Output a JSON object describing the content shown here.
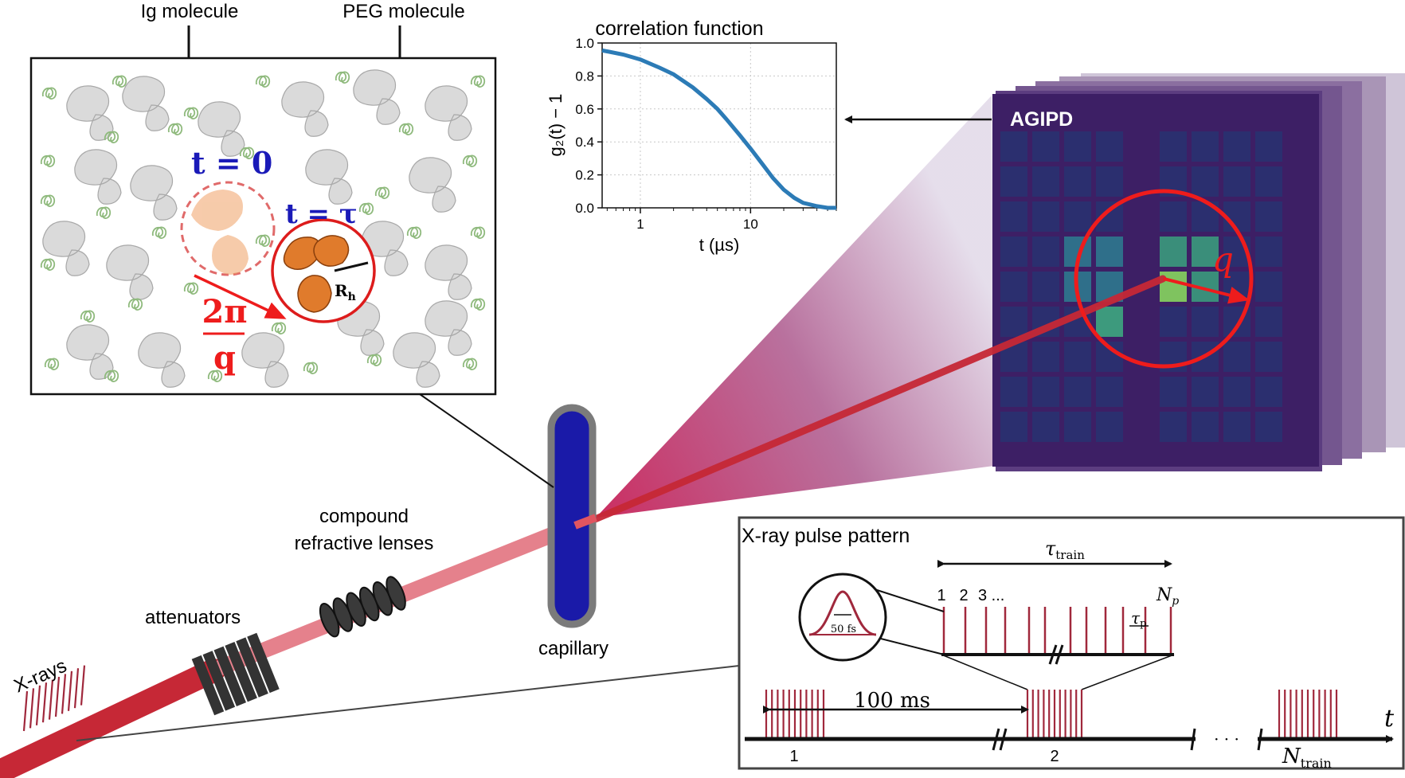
{
  "labels": {
    "ig_molecule": "Ig molecule",
    "peg_molecule": "PEG molecule",
    "t0": "t = 0",
    "t_tau": "t = τ",
    "rh": "R",
    "rh_sub": "h",
    "two_pi": "2π",
    "q_den": "q",
    "detector": "AGIPD",
    "q_detector": "q",
    "compound_lenses_1": "compound",
    "compound_lenses_2": "refractive lenses",
    "attenuators": "attenuators",
    "xrays": "X-rays",
    "capillary": "capillary"
  },
  "pulse_panel": {
    "title": "X-ray pulse pattern",
    "tau_train": "τ",
    "tau_train_sub": "train",
    "pulse_numbers": [
      "1",
      "2",
      "3 ..."
    ],
    "np": "N",
    "np_sub": "p",
    "tau_p": "τ",
    "tau_p_sub": "p",
    "pulse_width": "50 fs",
    "interval": "100 ms",
    "train_labels": [
      "1",
      "2"
    ],
    "ellipsis": "· · ·",
    "n_train": "N",
    "n_train_sub": "train",
    "t_axis": "t"
  },
  "chart_data": {
    "type": "line",
    "title": "correlation function",
    "xlabel": "t (µs)",
    "ylabel": "g₂(t) − 1",
    "xscale": "log",
    "xlim": [
      0.45,
      60
    ],
    "ylim": [
      0,
      1.0
    ],
    "xticks": [
      1,
      10
    ],
    "yticks": [
      0.0,
      0.2,
      0.4,
      0.6,
      0.8,
      1.0
    ],
    "grid": true,
    "color": "#2c7bb6",
    "series": [
      {
        "x": [
          0.45,
          0.7,
          1,
          1.5,
          2,
          3,
          4,
          5,
          6,
          8,
          10,
          13,
          16,
          20,
          25,
          30,
          40,
          50,
          60
        ],
        "values": [
          0.955,
          0.93,
          0.9,
          0.85,
          0.81,
          0.73,
          0.66,
          0.6,
          0.54,
          0.44,
          0.36,
          0.26,
          0.18,
          0.11,
          0.06,
          0.03,
          0.01,
          0.0,
          0.0
        ]
      }
    ]
  },
  "colors": {
    "beam": "#c8243a",
    "capillary_fill": "#1a1aa8",
    "label_blue": "#1a1ab8",
    "label_red": "#dd1c1c",
    "detector_bg": "#3b1a5e",
    "pulse": "#a0283c"
  }
}
